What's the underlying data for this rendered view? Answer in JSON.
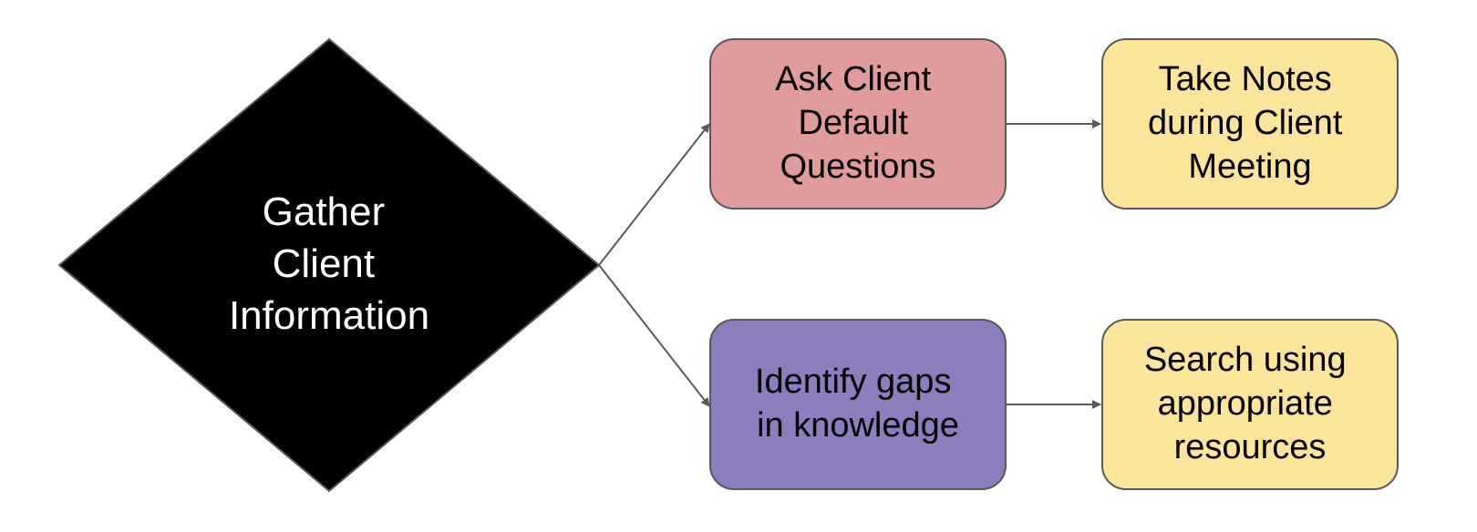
{
  "diagram": {
    "decision": {
      "lines": [
        "Gather",
        "Client",
        "Information"
      ],
      "fill": "#000000",
      "text_color": "#ffffff"
    },
    "nodes": {
      "ask_questions": {
        "lines": [
          "Ask Client",
          "Default",
          "Questions"
        ],
        "fill": "#e09c9c"
      },
      "take_notes": {
        "lines": [
          "Take Notes",
          "during Client",
          "Meeting"
        ],
        "fill": "#fae59b"
      },
      "identify_gaps": {
        "lines": [
          "Identify gaps",
          "in knowledge"
        ],
        "fill": "#8c7dbd"
      },
      "search_resources": {
        "lines": [
          "Search using",
          "appropriate",
          "resources"
        ],
        "fill": "#fae59b"
      }
    },
    "edge_color": "#595959",
    "border_color": "#595959"
  }
}
